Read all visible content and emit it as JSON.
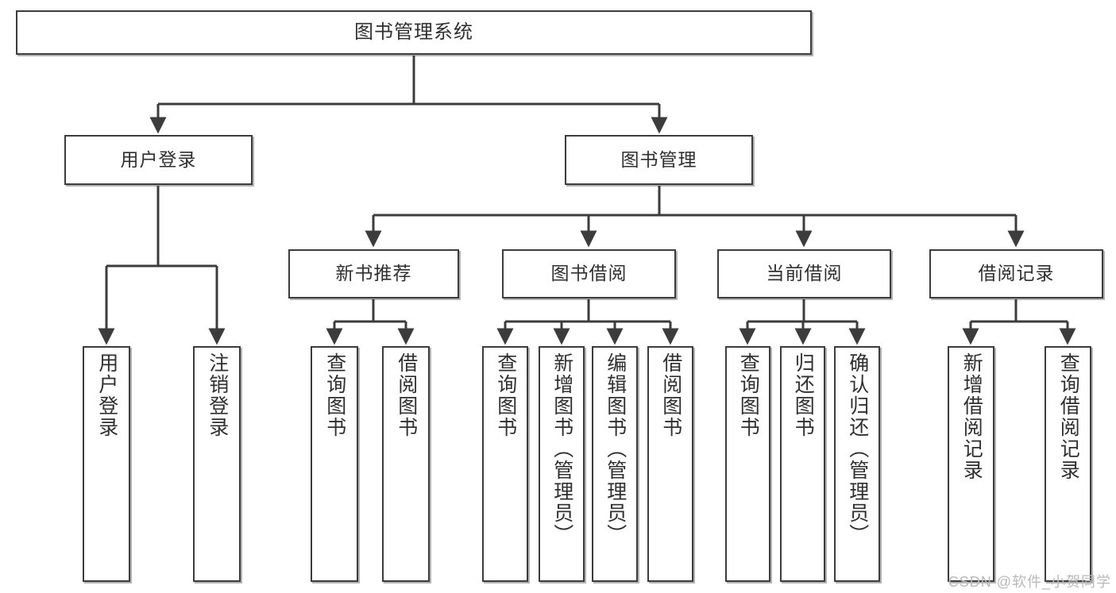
{
  "diagram": {
    "title": "图书管理系统",
    "type": "tree",
    "root": {
      "label": "图书管理系统"
    },
    "level2": [
      {
        "label": "用户登录"
      },
      {
        "label": "图书管理"
      }
    ],
    "level3": [
      {
        "label": "新书推荐"
      },
      {
        "label": "图书借阅"
      },
      {
        "label": "当前借阅"
      },
      {
        "label": "借阅记录"
      }
    ],
    "leaves": {
      "user_login": [
        {
          "label": "用户登录"
        },
        {
          "label": "注销登录"
        }
      ],
      "new_book": [
        {
          "label": "查询图书"
        },
        {
          "label": "借阅图书"
        }
      ],
      "book_borrow": [
        {
          "label": "查询图书"
        },
        {
          "label": "新增图书（管理员）"
        },
        {
          "label": "编辑图书（管理员）"
        },
        {
          "label": "借阅图书"
        }
      ],
      "current_borrow": [
        {
          "label": "查询图书"
        },
        {
          "label": "归还图书"
        },
        {
          "label": "确认归还（管理员）"
        }
      ],
      "borrow_record": [
        {
          "label": "新增借阅记录"
        },
        {
          "label": "查询借阅记录"
        }
      ]
    }
  },
  "watermark": {
    "text": "CSDN @软件_小贺同学"
  },
  "colors": {
    "box_border": "#3c3c3c",
    "box_fill": "#ffffff",
    "line": "#3c3c3c",
    "text": "#2f2f2f",
    "watermark": "#b9b9b9",
    "background": "#ffffff"
  }
}
